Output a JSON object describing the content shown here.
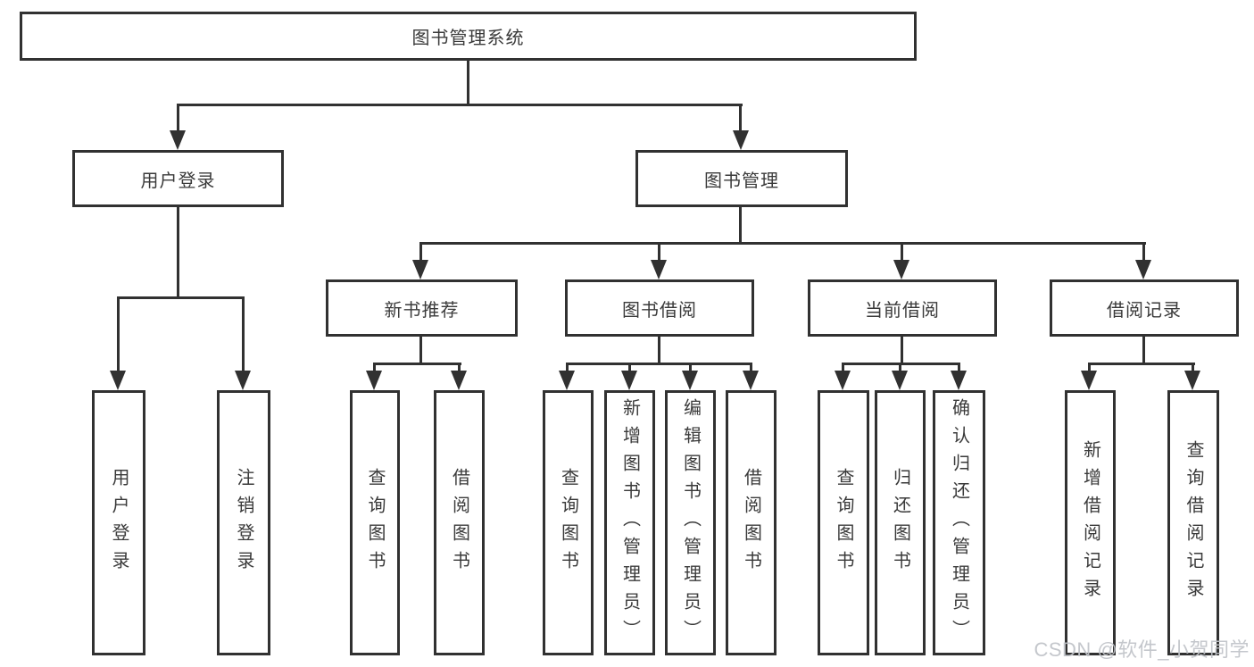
{
  "diagram": {
    "root": {
      "label": "图书管理系统"
    },
    "level2": [
      {
        "id": "user-login",
        "label": "用户登录"
      },
      {
        "id": "book-management",
        "label": "图书管理"
      }
    ],
    "level3": [
      {
        "id": "new-book-recommend",
        "label": "新书推荐",
        "parent": "图书管理"
      },
      {
        "id": "book-borrow",
        "label": "图书借阅",
        "parent": "图书管理"
      },
      {
        "id": "current-borrow",
        "label": "当前借阅",
        "parent": "图书管理"
      },
      {
        "id": "borrow-record",
        "label": "借阅记录",
        "parent": "图书管理"
      }
    ],
    "leaves": [
      {
        "id": "leaf-user-login",
        "label": "用户登录",
        "parent": "用户登录"
      },
      {
        "id": "leaf-logout",
        "label": "注销登录",
        "parent": "用户登录"
      },
      {
        "id": "leaf-query-book-1",
        "label": "查询图书",
        "parent": "新书推荐"
      },
      {
        "id": "leaf-borrow-book-1",
        "label": "借阅图书",
        "parent": "新书推荐"
      },
      {
        "id": "leaf-query-book-2",
        "label": "查询图书",
        "parent": "图书借阅"
      },
      {
        "id": "leaf-add-book-admin",
        "label": "新增图书（管理员）",
        "parent": "图书借阅"
      },
      {
        "id": "leaf-edit-book-admin",
        "label": "编辑图书（管理员）",
        "parent": "图书借阅"
      },
      {
        "id": "leaf-borrow-book-2",
        "label": "借阅图书",
        "parent": "图书借阅"
      },
      {
        "id": "leaf-query-book-3",
        "label": "查询图书",
        "parent": "当前借阅"
      },
      {
        "id": "leaf-return-book",
        "label": "归还图书",
        "parent": "当前借阅"
      },
      {
        "id": "leaf-confirm-return-admin",
        "label": "确认归还（管理员）",
        "parent": "当前借阅"
      },
      {
        "id": "leaf-add-borrow-record",
        "label": "新增借阅记录",
        "parent": "借阅记录"
      },
      {
        "id": "leaf-query-borrow-record",
        "label": "查询借阅记录",
        "parent": "借阅记录"
      }
    ]
  },
  "watermark": {
    "text": "CSDN @软件_小贺同学"
  },
  "colors": {
    "line": "#313131",
    "text": "#3a3a3a",
    "background": "#ffffff",
    "watermark": "#c0c3c8"
  }
}
